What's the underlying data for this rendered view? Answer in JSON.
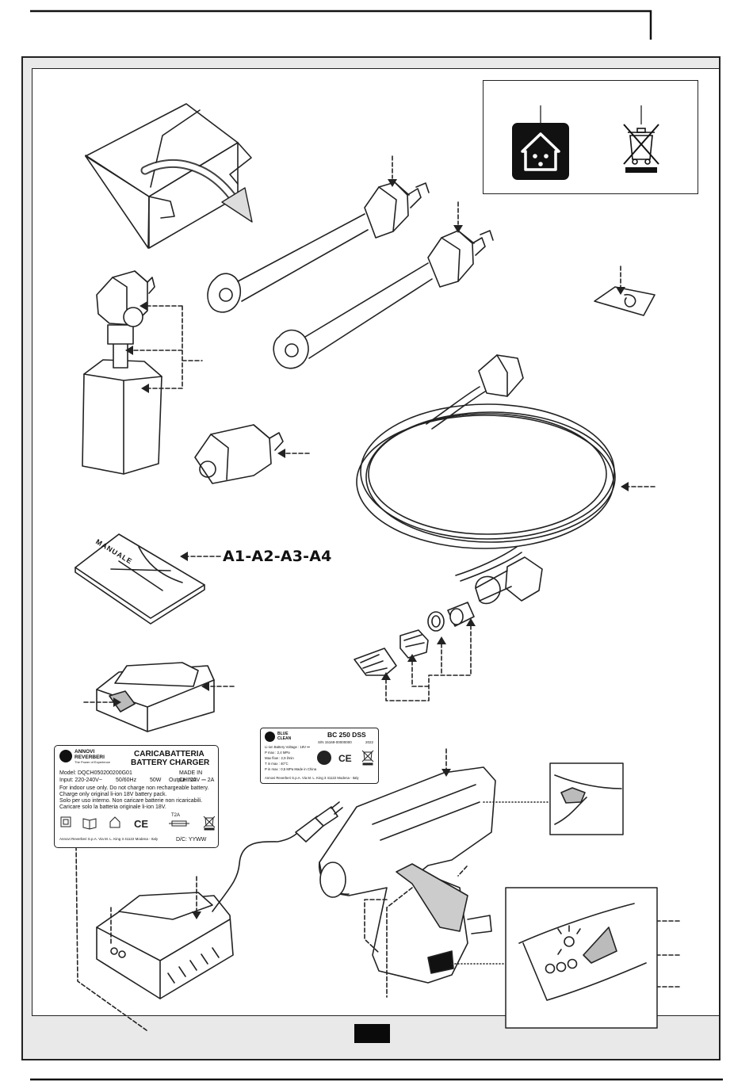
{
  "reference_label": "A1-A2-A3-A4",
  "manual_cover_text": "MANUALE",
  "charger_label": {
    "logo_line1": "ANNOVI",
    "logo_line2": "REVERBERI",
    "logo_tagline": "The Power of Experience",
    "title_it": "CARICABATTERIA",
    "title_en": "BATTERY CHARGER",
    "model": "Model: DQCH050200200G01",
    "made_in": "MADE IN CHINA",
    "input": "Input: 220-240V~",
    "frequency": "50/60Hz",
    "power": "50W",
    "output": "Output : 20V ⎓ 2A",
    "warning_en_1": "For indoor use only. Do not charge non rechargeable battery.",
    "warning_en_2": "Charge only original li-ion 18V battery pack.",
    "warning_it_1": "Solo per uso interno. Non caricare batterie non ricaricabili.",
    "warning_it_2": "Caricare solo la batteria originale li-ion 18V.",
    "fuse": "T2A",
    "address": "Annovi Reverberi S.p.A. Via M. L. King 3 41122 Modena - Italy",
    "dc": "D/C: YYWW"
  },
  "gun_label": {
    "brand_line1": "BLUE",
    "brand_line2": "CLEAN",
    "model": "BC 250 DSS",
    "sn": "S/N  15169-00000000",
    "year": "2022",
    "spec_1": "Li-ion Battery Voltage : 18V ⎓",
    "spec_2": "P max : 2,4 MPa",
    "spec_3": "Max flow : 2,9 l/min",
    "spec_4": "T in max : 40°C",
    "spec_5": "P in max : 0,5 MPa  Made in China",
    "address": "Annovi Reverberi S.p.A. Via M. L. King 3 41122 Modena - Italy"
  },
  "icons": [
    "indoor-use-house-icon",
    "weee-crossed-bin-icon",
    "book-icon",
    "ce-mark-icon"
  ],
  "colors": {
    "frame_fill": "#e9e9e9",
    "line": "#222222",
    "gray_part": "#cccccc"
  }
}
